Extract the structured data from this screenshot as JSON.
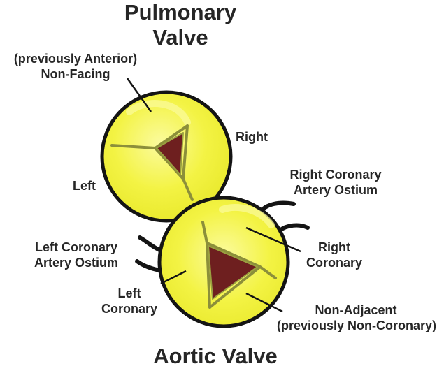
{
  "titles": {
    "pulmonary_line1": "Pulmonary",
    "pulmonary_line2": "Valve",
    "aortic": "Aortic Valve"
  },
  "pulmonary_labels": {
    "anterior_line1": "(previously Anterior)",
    "anterior_line2": "Non-Facing",
    "right": "Right",
    "left": "Left"
  },
  "aortic_labels": {
    "rca_ostium_line1": "Right Coronary",
    "rca_ostium_line2": "Artery Ostium",
    "lca_ostium_line1": "Left Coronary",
    "lca_ostium_line2": "Artery Ostium",
    "right_coronary_line1": "Right",
    "right_coronary_line2": "Coronary",
    "left_coronary_line1": "Left",
    "left_coronary_line2": "Coronary",
    "non_adjacent_line1": "Non-Adjacent",
    "non_adjacent_line2": "(previously Non-Coronary)"
  },
  "colors": {
    "valve_fill": "#f2f23c",
    "valve_highlight": "#fbfb9e",
    "valve_outline": "#141414",
    "orifice": "#6e1f1f",
    "commissure": "#8c8f3a",
    "text": "#262626"
  }
}
